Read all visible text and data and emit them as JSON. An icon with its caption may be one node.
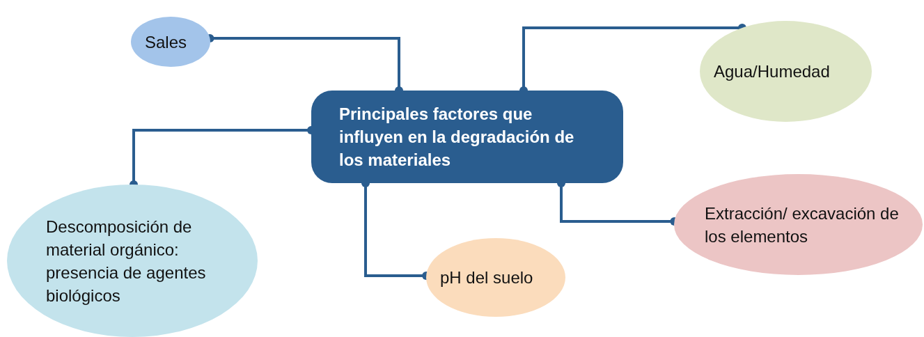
{
  "diagram": {
    "nodes": [
      {
        "text": [
          "Sales"
        ]
      },
      {
        "text": [
          "Agua/Humedad"
        ]
      },
      {
        "text": [
          "Principales factores que influyen en la degradación de los materiales"
        ]
      },
      {
        "text": [
          "Descomposición de material orgánico: presencia de agentes biológicos"
        ]
      },
      {
        "text": [
          "pH del suelo"
        ]
      },
      {
        "text": [
          "Extracción/ excavación de los elementos"
        ]
      }
    ],
    "edges": [
      {
        "from": 2,
        "to": 0,
        "arrow": "other"
      },
      {
        "from": 2,
        "to": 1,
        "arrow": "other"
      },
      {
        "from": 2,
        "to": 3,
        "arrow": "other"
      },
      {
        "from": 2,
        "to": 4,
        "arrow": "other"
      },
      {
        "from": 2,
        "to": 5,
        "arrow": "other"
      }
    ]
  }
}
